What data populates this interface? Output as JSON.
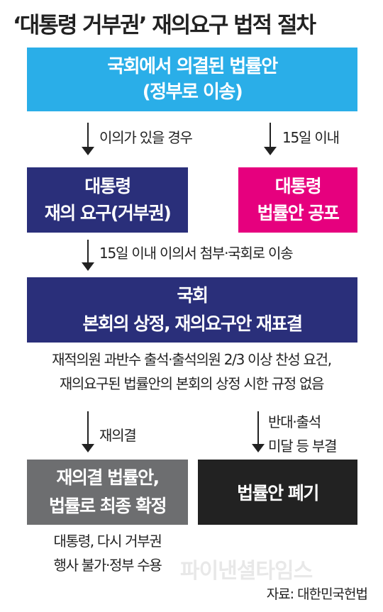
{
  "title": "‘대통령 거부권’ 재의요구 법적 절차",
  "boxes": {
    "bill": {
      "line1": "국회에서 의결된 법률안",
      "line2": "(정부로 이송)",
      "color": "#2aaee8"
    },
    "veto": {
      "line1": "대통령",
      "line2": "재의 요구(거부권)",
      "color": "#2a2f7a"
    },
    "promulgation": {
      "line1": "대통령",
      "line2": "법률안 공포",
      "color": "#e6007e"
    },
    "national_assembly": {
      "line1": "국회",
      "line2": "본회의 상정, 재의요구안 재표결",
      "color": "#2a2f7a"
    },
    "confirmed": {
      "line1": "재의결 법률안,",
      "line2": "법률로 최종 확정",
      "color": "#6d6e70"
    },
    "discarded": {
      "line1": "법률안 폐기",
      "color": "#222222"
    }
  },
  "edges": {
    "to_veto": "이의가 있을 경우",
    "to_promulgation": "15일 이내",
    "to_assembly": "15일 이내 이의서 첨부·국회로 이송",
    "to_confirmed": "재의결",
    "to_discarded_line1": "반대·출석",
    "to_discarded_line2": "미달 등 부결"
  },
  "notes": {
    "condition_line1": "재적의원 과반수 출석·출석의원 2/3 이상 찬성 요건,",
    "condition_line2": "재의요구된 법률안의 본회의 상정 시한 규정 없음",
    "result_line1": "대통령, 다시 거부권",
    "result_line2": "행사 불가·정부 수용"
  },
  "watermark": "파이낸셜타임스",
  "source": "자료: 대한민국헌법"
}
